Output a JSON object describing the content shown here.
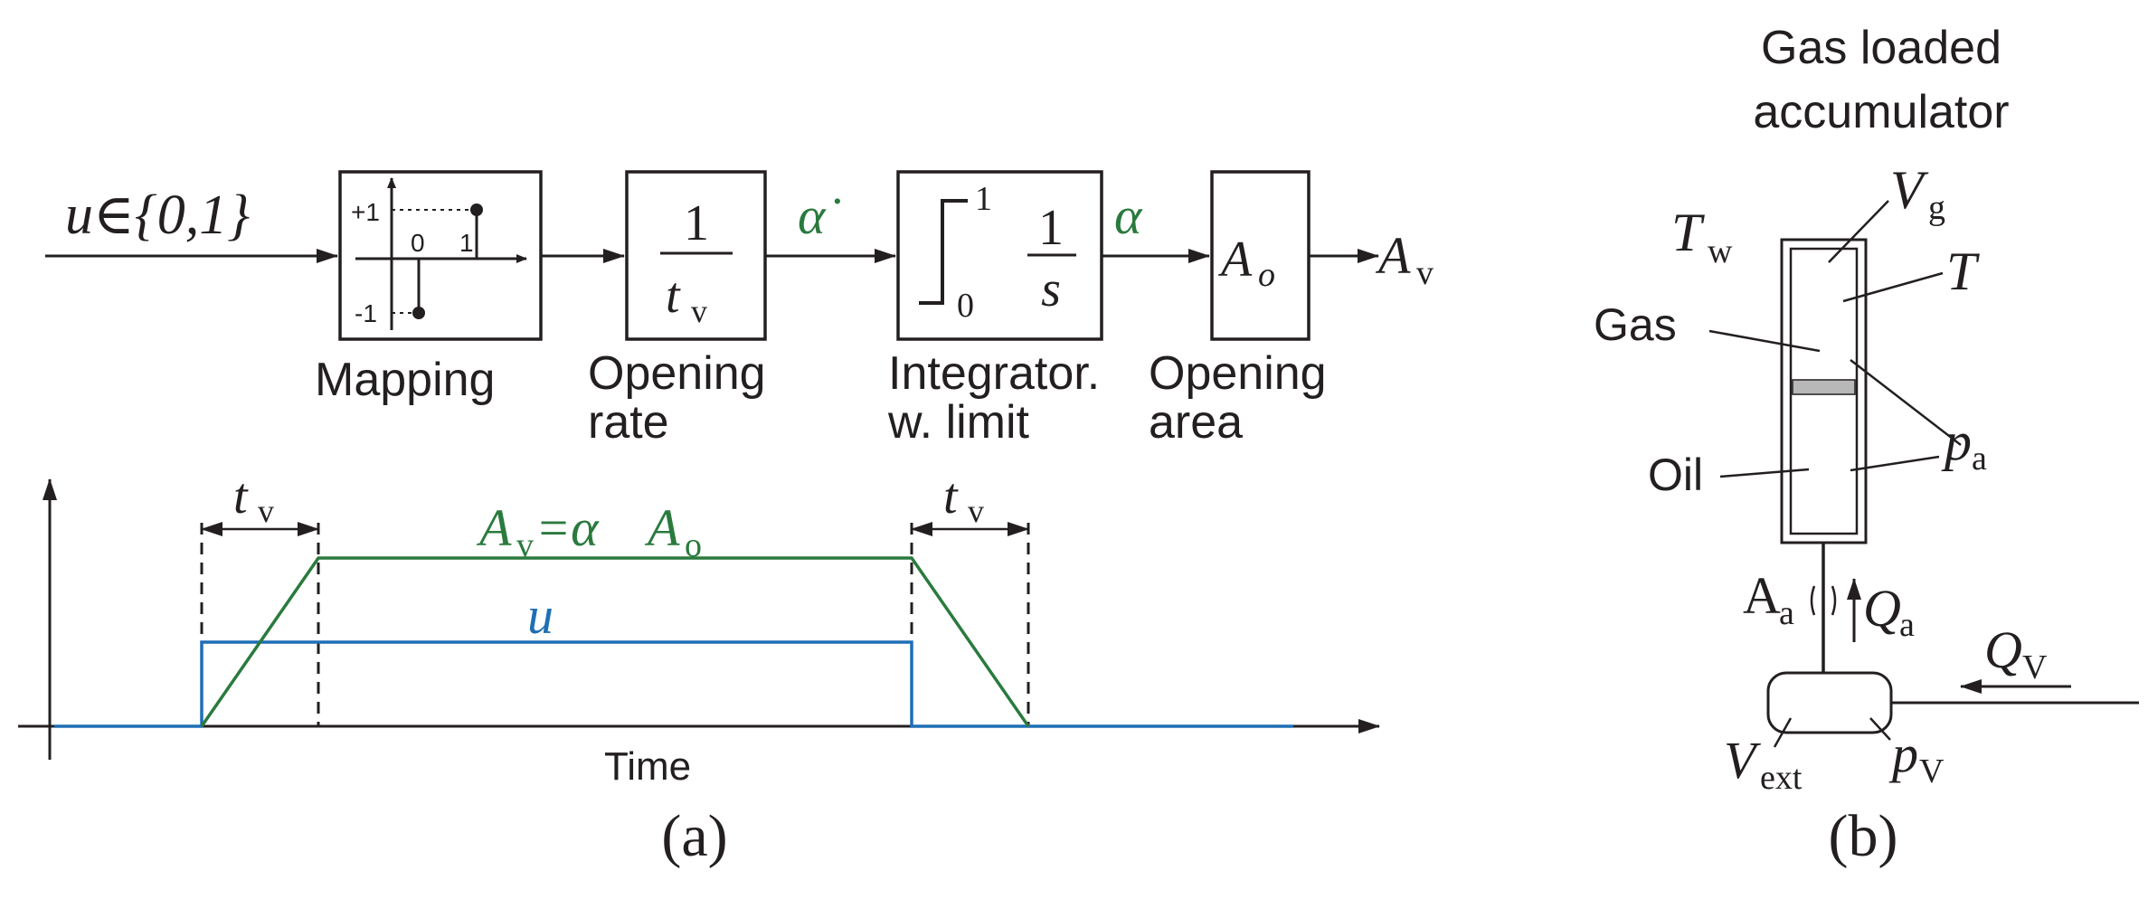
{
  "panel_a": {
    "input_label": "u∈{0,1}",
    "mapping_block": {
      "tick_pos": "+1",
      "tick_neg": "-1",
      "x0": "0",
      "x1": "1",
      "caption": "Mapping"
    },
    "rate_block": {
      "numerator": "1",
      "denominator_var": "t",
      "denominator_sub": "v",
      "caption_line1": "Opening",
      "caption_line2": "rate"
    },
    "signal_alpha_dot": "α̇",
    "integrator_block": {
      "upper_limit": "1",
      "lower_limit": "0",
      "numerator": "1",
      "denominator": "s",
      "caption_line1": "Integrator.",
      "caption_line2": "w. limit"
    },
    "signal_alpha": "α",
    "area_block": {
      "var": "A",
      "sub": "o",
      "caption_line1": "Opening",
      "caption_line2": "area"
    },
    "output": {
      "var": "A",
      "sub": "v"
    },
    "timing": {
      "tv_var": "t",
      "tv_sub": "v",
      "av_label": {
        "var": "A",
        "sub": "v",
        "mid": "=α",
        "var2": "A",
        "sub2": "o"
      },
      "u_label": "u",
      "xlabel": "Time"
    },
    "caption": "(a)"
  },
  "panel_b": {
    "title_line1": "Gas loaded",
    "title_line2": "accumulator",
    "tw": {
      "var": "T",
      "sub": "w"
    },
    "vg": {
      "var": "V",
      "sub": "g"
    },
    "t_label": "T",
    "gas_label": "Gas",
    "oil_label": "Oil",
    "pa": {
      "var": "p",
      "sub": "a"
    },
    "aa": {
      "var": "A",
      "sub": "a"
    },
    "qa": {
      "var": "Q",
      "sub": "a"
    },
    "qv": {
      "var": "Q",
      "sub": "V"
    },
    "vext": {
      "var": "V",
      "sub": "ext"
    },
    "pv": {
      "var": "p",
      "sub": "V"
    },
    "caption": "(b)"
  },
  "colors": {
    "ink": "#231f20",
    "green": "#2a7a3e",
    "blue": "#1f6fb5"
  }
}
